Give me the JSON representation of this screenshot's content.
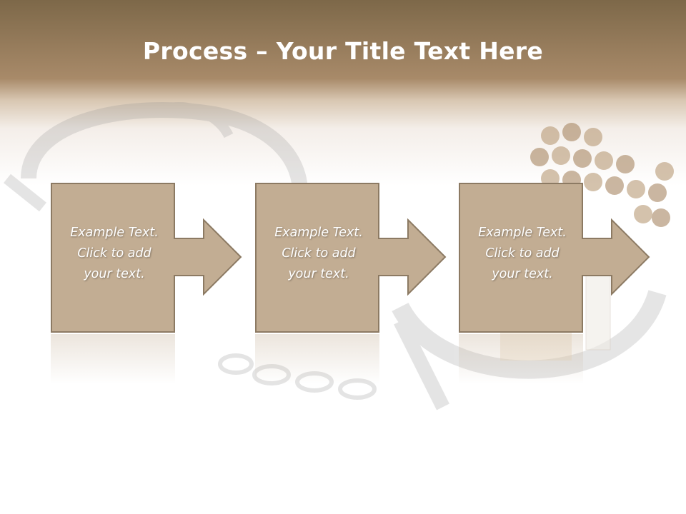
{
  "slide": {
    "title_bold": "Process",
    "title_dash": " – ",
    "title_rest": "Your Title Text Here"
  },
  "steps": [
    {
      "line1": "Example Text.",
      "line2": "Click  to add",
      "line3": "your text."
    },
    {
      "line1": "Example Text.",
      "line2": "Click  to add",
      "line3": "your text."
    },
    {
      "line1": "Example Text.",
      "line2": "Click  to add",
      "line3": "your text."
    }
  ],
  "colors": {
    "header_brown": "#7d6849",
    "box_fill": "#c2ad93",
    "box_border": "#8c7a63",
    "text": "#ffffff"
  }
}
